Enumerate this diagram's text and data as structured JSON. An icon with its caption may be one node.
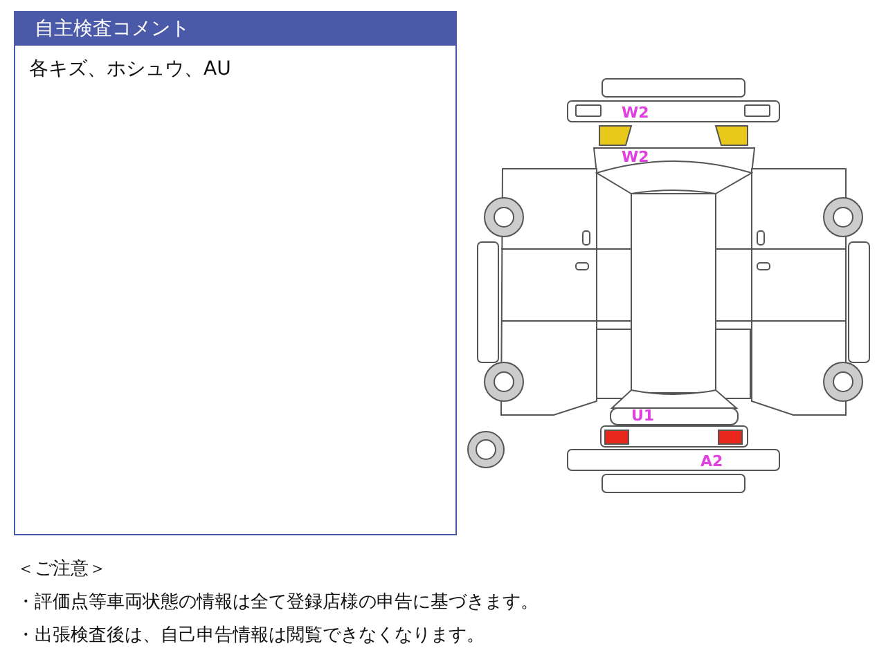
{
  "diagram": {
    "nodes": [
      {
        "text": [
          "自主検査コメント",
          "各キズ、ホシュウ、AU"
        ]
      }
    ],
    "labels": [
      "W2",
      "W2",
      "U1",
      "A2",
      "＜ご注意＞",
      "・評価点等車両状態の情報は全て登録店様の申告に基づきます。",
      "・出張検査後は、自己申告情報は閲覧できなくなります。"
    ]
  }
}
